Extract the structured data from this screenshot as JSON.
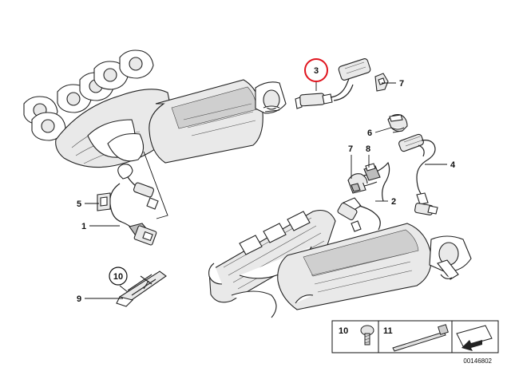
{
  "callouts": [
    {
      "id": "c1",
      "label": "1"
    },
    {
      "id": "c2",
      "label": "2"
    },
    {
      "id": "c3",
      "label": "3",
      "highlighted": true,
      "circled": true
    },
    {
      "id": "c4",
      "label": "4"
    },
    {
      "id": "c5",
      "label": "5"
    },
    {
      "id": "c6",
      "label": "6"
    },
    {
      "id": "c7a",
      "label": "7"
    },
    {
      "id": "c7b",
      "label": "7"
    },
    {
      "id": "c8",
      "label": "8"
    },
    {
      "id": "c9",
      "label": "9"
    },
    {
      "id": "c10",
      "label": "10",
      "circled": true
    }
  ],
  "legend": {
    "left_label": "10",
    "right_label": "11"
  },
  "diagram_id": "00146802",
  "colors": {
    "highlight": "#e0141e",
    "ink": "#111111",
    "shade": "#cfcfcf"
  }
}
